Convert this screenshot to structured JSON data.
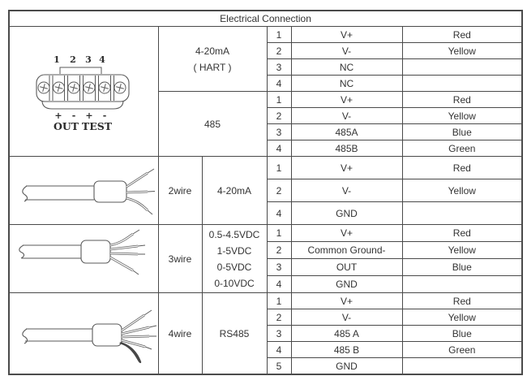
{
  "page": {
    "title": "Electrical Connection"
  },
  "colors": {
    "border": "#4a4a4a",
    "text": "#333333",
    "background": "#ffffff"
  },
  "table": {
    "sections": [
      {
        "id": "terminal",
        "image": "terminal-block-graphic",
        "terminal_labels": {
          "pins": [
            "1",
            "2",
            "3",
            "4"
          ],
          "polarity": [
            "+",
            "-",
            "+",
            "-"
          ],
          "out": "OUT",
          "test": "TEST"
        },
        "groups": [
          {
            "signal_lines": [
              "4-20mA",
              "( HART )"
            ],
            "rows": [
              [
                "1",
                "V+",
                "Red"
              ],
              [
                "2",
                "V-",
                "Yellow"
              ],
              [
                "3",
                "NC",
                ""
              ],
              [
                "4",
                "NC",
                ""
              ]
            ]
          },
          {
            "signal_lines": [
              "485"
            ],
            "rows": [
              [
                "1",
                "V+",
                "Red"
              ],
              [
                "2",
                "V-",
                "Yellow"
              ],
              [
                "3",
                "485A",
                "Blue"
              ],
              [
                "4",
                "485B",
                "Green"
              ]
            ]
          }
        ]
      },
      {
        "id": "w2",
        "image": "stripped-cable-2wire-graphic",
        "wire": "2wire",
        "signal_lines": [
          "4-20mA"
        ],
        "rows": [
          [
            "1",
            "V+",
            "Red"
          ],
          [
            "2",
            "V-",
            "Yellow"
          ],
          [
            "4",
            "GND",
            ""
          ]
        ]
      },
      {
        "id": "w3",
        "image": "stripped-cable-3wire-graphic",
        "wire": "3wire",
        "signal_lines": [
          "0.5-4.5VDC",
          "1-5VDC",
          "0-5VDC",
          "0-10VDC"
        ],
        "rows": [
          [
            "1",
            "V+",
            "Red"
          ],
          [
            "2",
            "Common Ground-",
            "Yellow"
          ],
          [
            "3",
            "OUT",
            "Blue"
          ],
          [
            "4",
            "GND",
            ""
          ]
        ]
      },
      {
        "id": "w4",
        "image": "stripped-cable-4wire-graphic",
        "wire": "4wire",
        "signal_lines": [
          "RS485"
        ],
        "rows": [
          [
            "1",
            "V+",
            "Red"
          ],
          [
            "2",
            "V-",
            "Yellow"
          ],
          [
            "3",
            "485 A",
            "Blue"
          ],
          [
            "4",
            "485 B",
            "Green"
          ],
          [
            "5",
            "GND",
            ""
          ]
        ]
      }
    ]
  }
}
